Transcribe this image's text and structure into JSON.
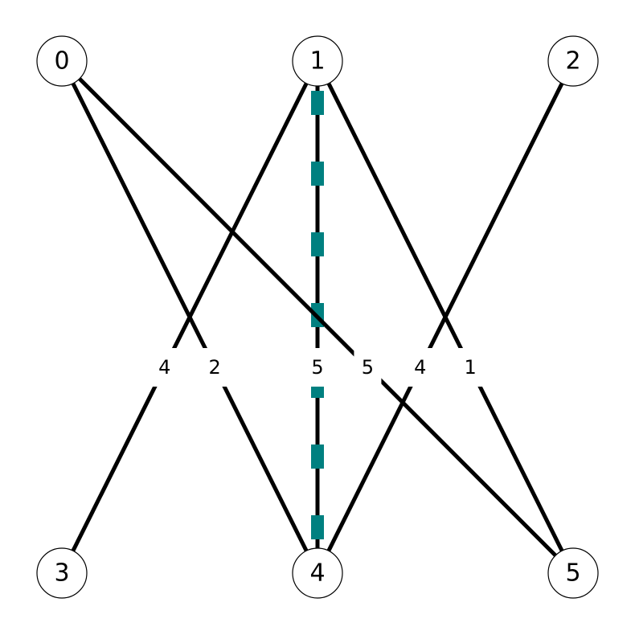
{
  "colors": {
    "background": "#ffffff",
    "edge": "#000000",
    "highlight": "#008080",
    "node_fill": "#ffffff",
    "node_stroke": "#000000"
  },
  "graph": {
    "top_nodes": [
      {
        "id": "0",
        "label": "0"
      },
      {
        "id": "1",
        "label": "1"
      },
      {
        "id": "2",
        "label": "2"
      }
    ],
    "bottom_nodes": [
      {
        "id": "3",
        "label": "3"
      },
      {
        "id": "4",
        "label": "4"
      },
      {
        "id": "5",
        "label": "5"
      }
    ],
    "edges": [
      {
        "source": "1",
        "target": "3",
        "weight": "4",
        "highlighted": false
      },
      {
        "source": "0",
        "target": "4",
        "weight": "2",
        "highlighted": false
      },
      {
        "source": "1",
        "target": "4",
        "weight": "5",
        "highlighted": true
      },
      {
        "source": "0",
        "target": "5",
        "weight": "5",
        "highlighted": false
      },
      {
        "source": "2",
        "target": "4",
        "weight": "4",
        "highlighted": false
      },
      {
        "source": "1",
        "target": "5",
        "weight": "1",
        "highlighted": false
      }
    ]
  }
}
